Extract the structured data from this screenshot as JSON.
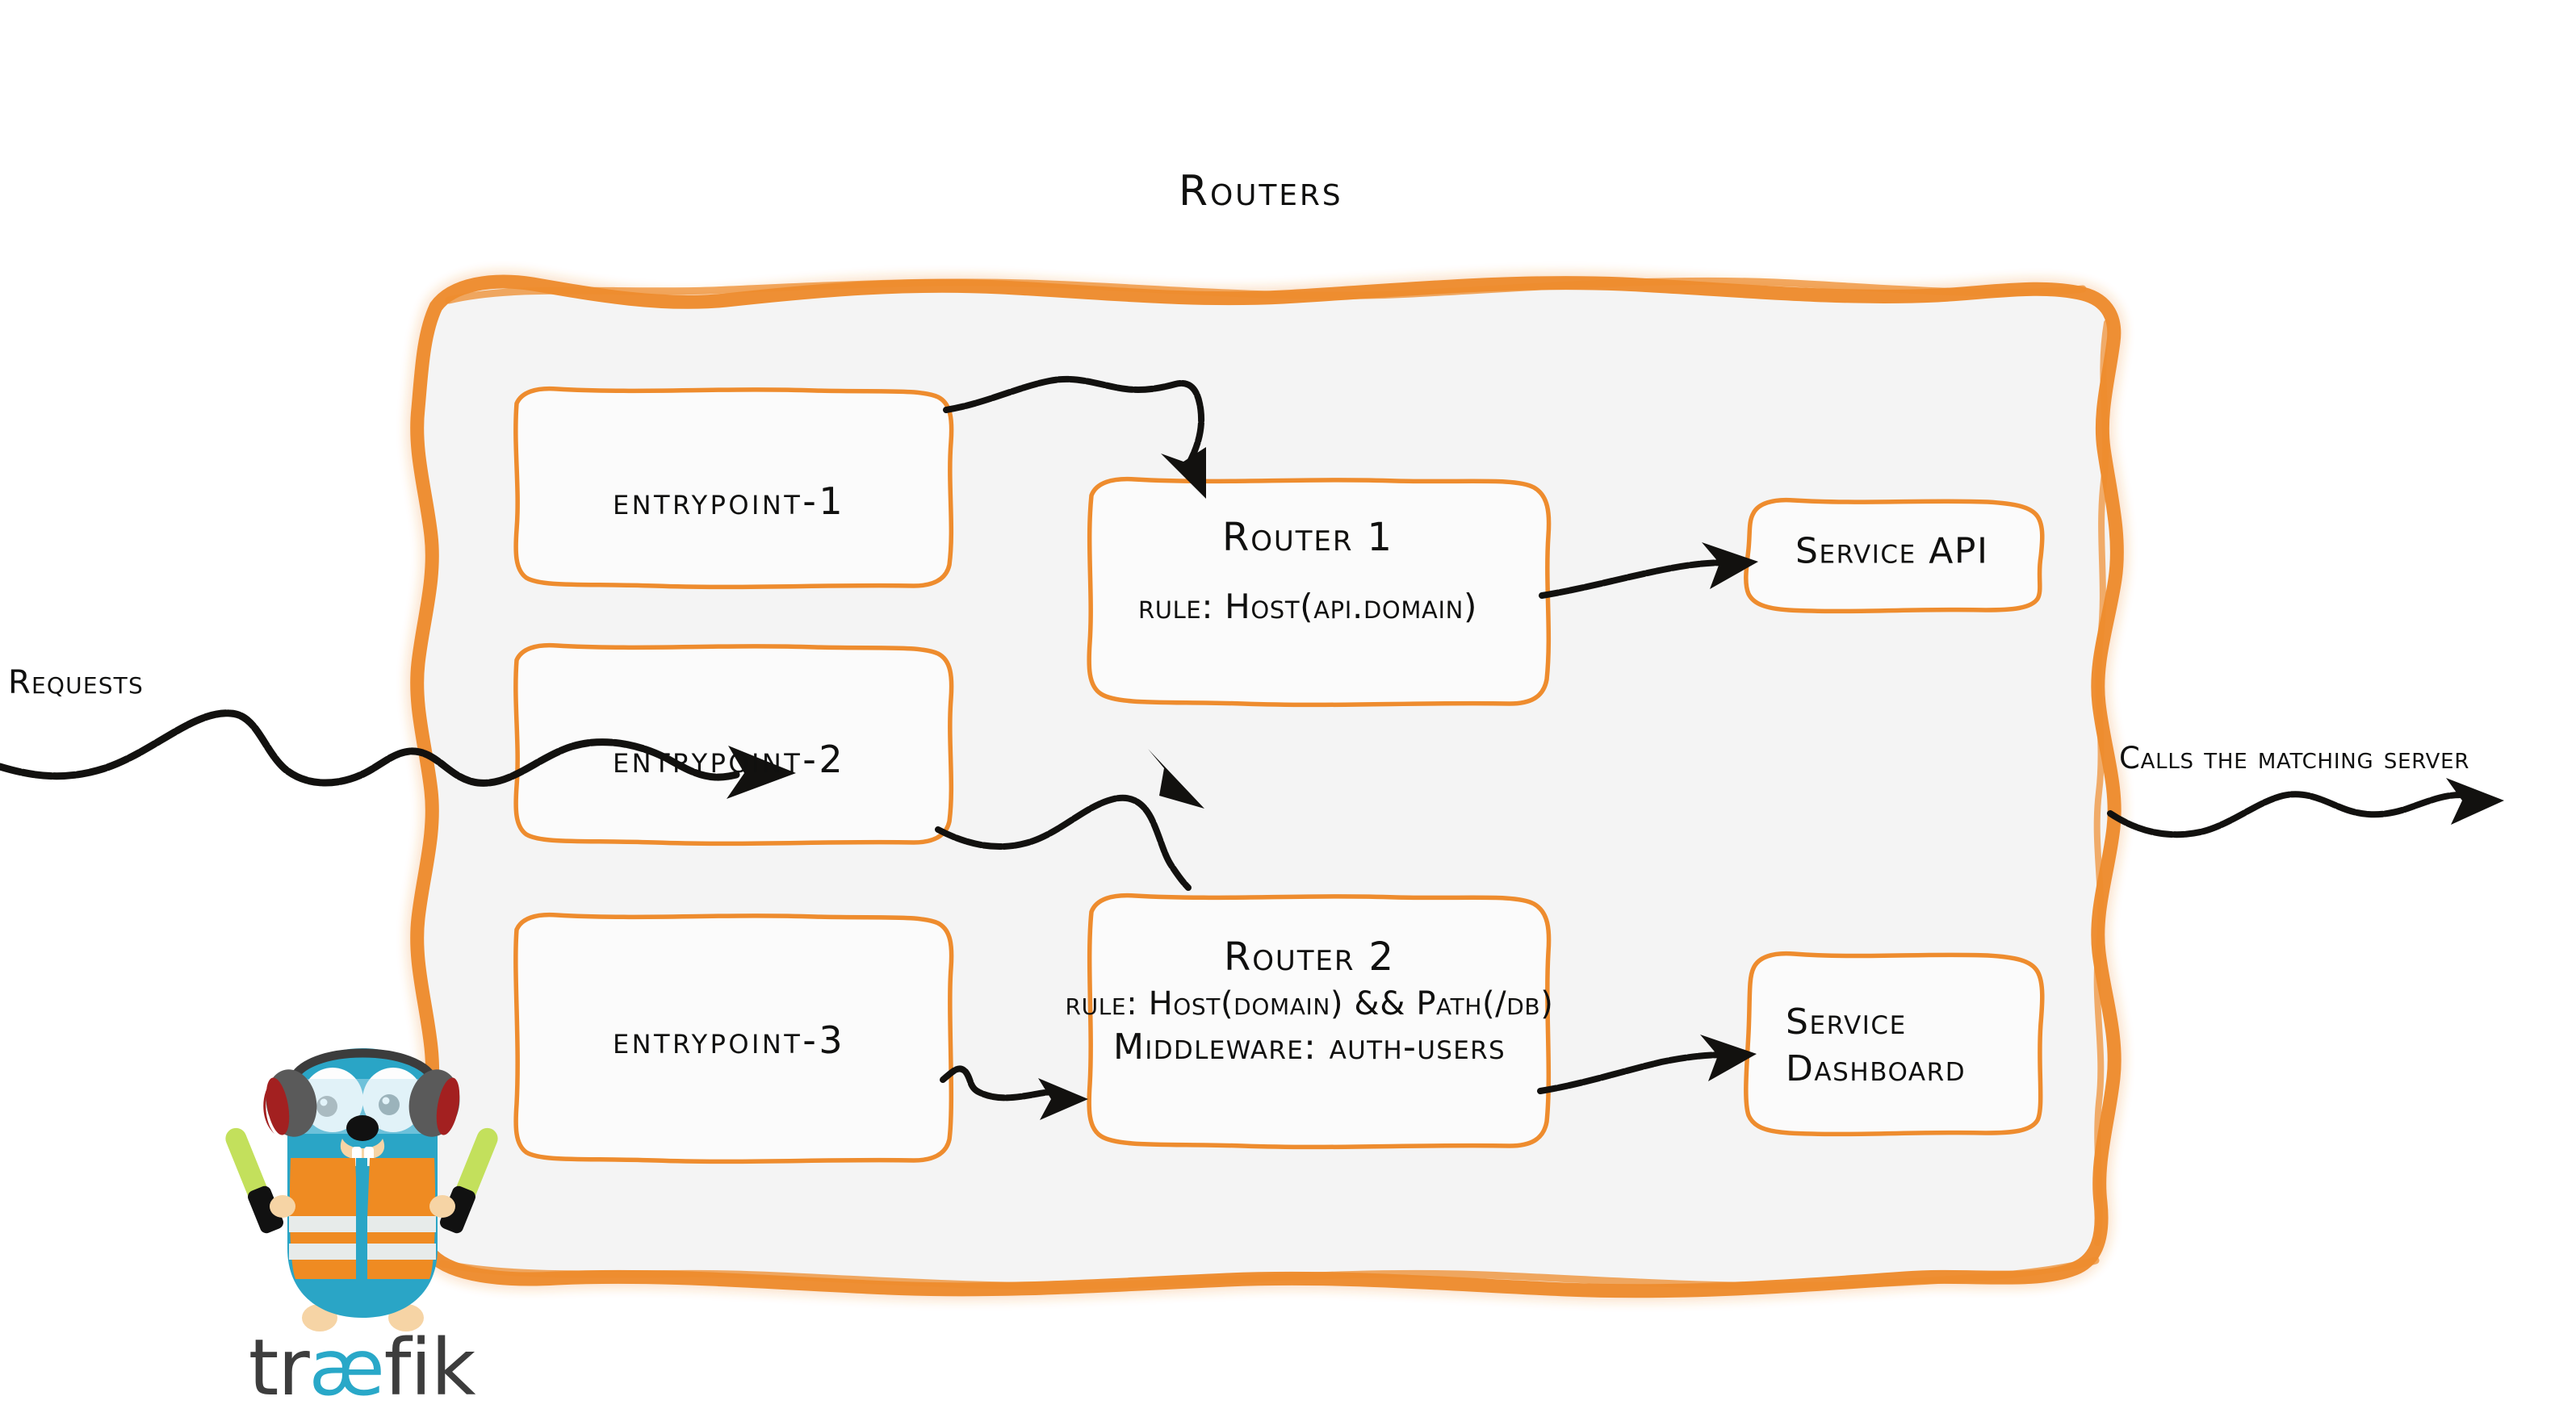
{
  "diagram": {
    "title": "Routers",
    "product": "traefik",
    "colors": {
      "accent_orange": "#ee8c2e",
      "panel_fill": "#f4f4f4",
      "ink": "#10100f",
      "logo_cyan": "#29a8c8",
      "logo_grey": "#3d3d3d",
      "vest_orange": "#ef8b22",
      "wand_green": "#c3e05c"
    }
  },
  "entrypoints": [
    {
      "label": "entrypoint-1"
    },
    {
      "label": "entrypoint-2"
    },
    {
      "label": "entrypoint-3"
    }
  ],
  "routers": [
    {
      "title": "Router 1",
      "lines": [
        "rule: Host(api.domain)"
      ]
    },
    {
      "title": "Router 2",
      "lines": [
        "rule: Host(domain) && Path(/db)",
        "Middleware: auth-users"
      ]
    }
  ],
  "services": [
    {
      "label": "Service API",
      "line1": "Service API",
      "line2": ""
    },
    {
      "label": "Service Dashboard",
      "line1": "Service",
      "line2": "Dashboard"
    }
  ],
  "captions": {
    "incoming": "Requests",
    "outgoing": "Calls the matching server"
  },
  "logo": {
    "word_pre": "tr",
    "word_ae": "æ",
    "word_post": "fik"
  }
}
